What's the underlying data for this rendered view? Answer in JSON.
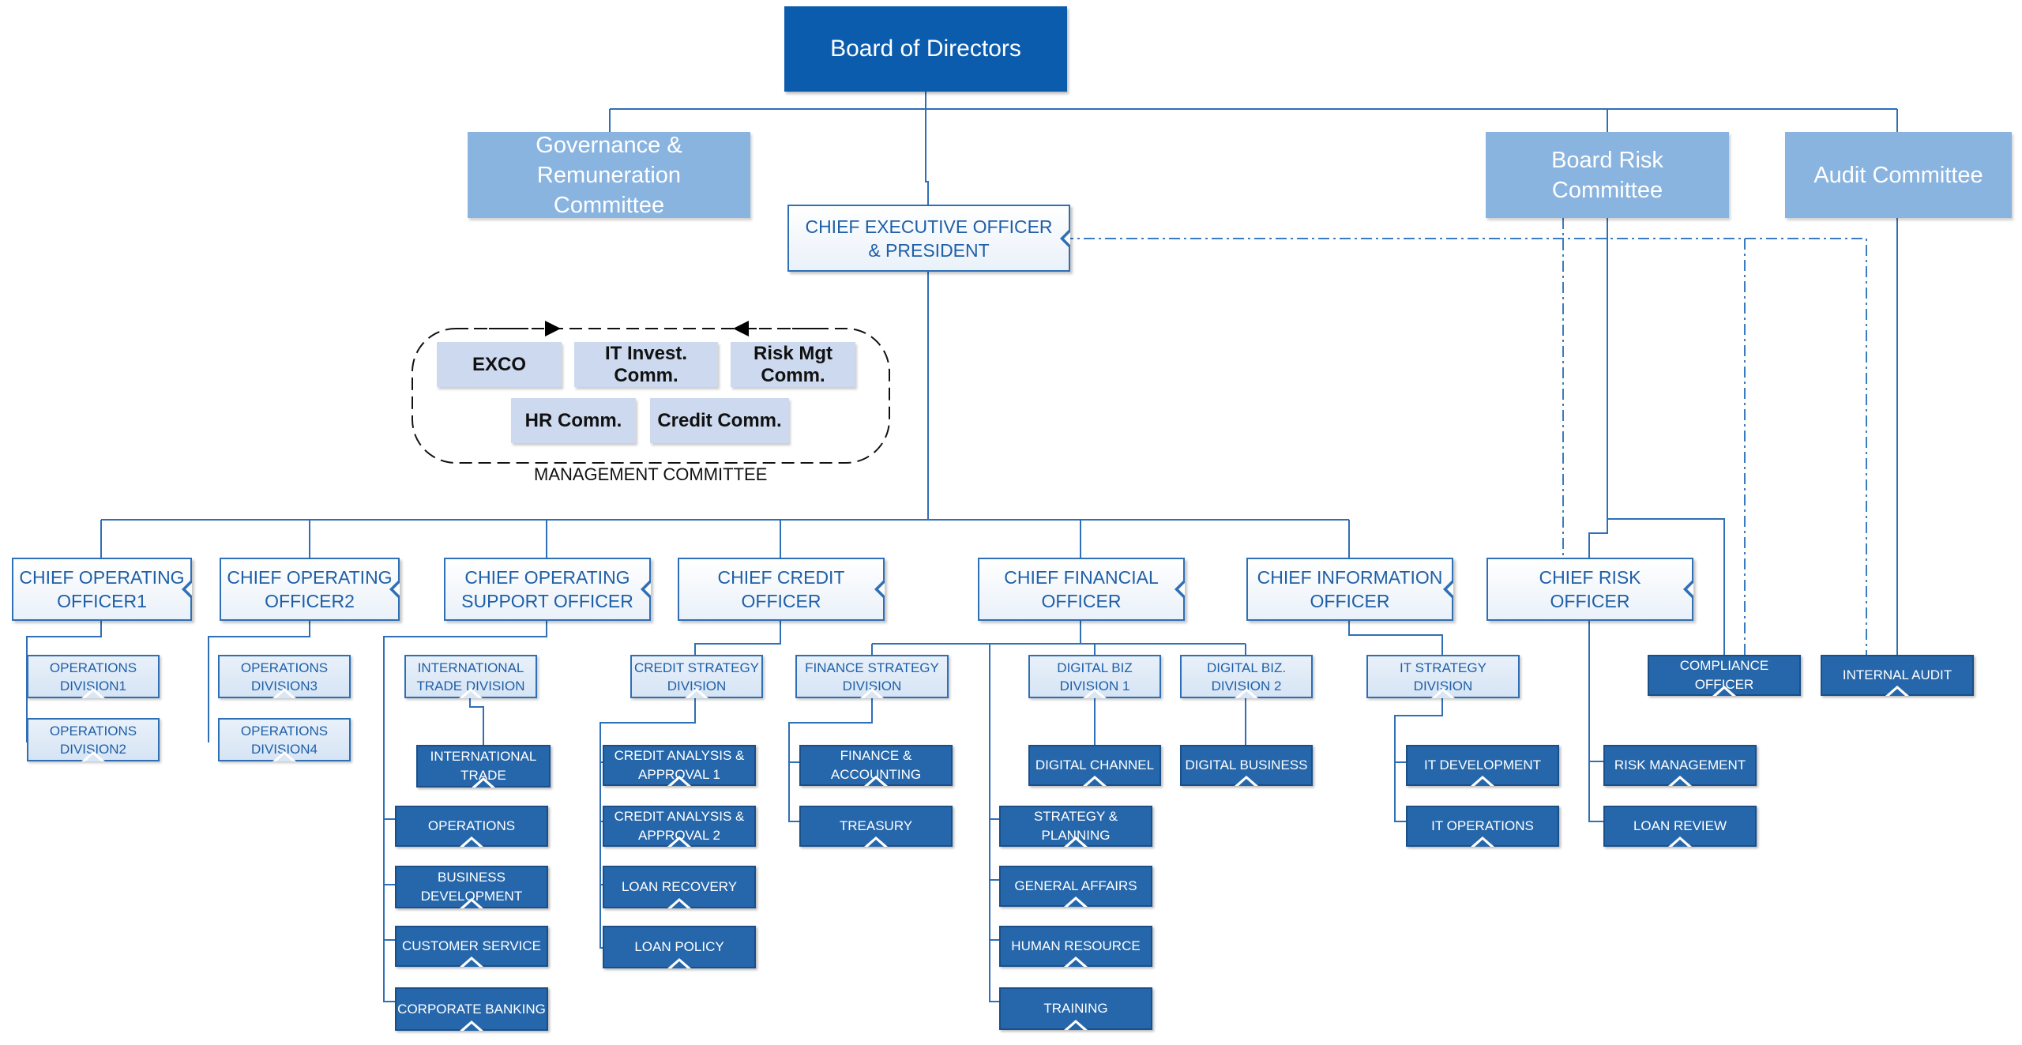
{
  "board": {
    "label": "Board of Directors"
  },
  "committees": {
    "governance": "Governance &\nRemuneration\nCommittee",
    "board_risk": "Board Risk\nCommittee",
    "audit": "Audit Committee"
  },
  "ceo": {
    "label": "CHIEF EXECUTIVE OFFICER\n& PRESIDENT"
  },
  "management_committee": {
    "caption": "MANAGEMENT COMMITTEE",
    "exco": "EXCO",
    "it_invest": "IT Invest.\nComm.",
    "risk_mgt": "Risk Mgt\nComm.",
    "hr": "HR Comm.",
    "credit": "Credit Comm."
  },
  "officers": {
    "coo1": "CHIEF OPERATING\nOFFICER1",
    "coo2": "CHIEF OPERATING\nOFFICER2",
    "cos": "CHIEF OPERATING\nSUPPORT OFFICER",
    "cco": "CHIEF CREDIT\nOFFICER",
    "cfo": "CHIEF FINANCIAL\nOFFICER",
    "cio": "CHIEF INFORMATION\nOFFICER",
    "cro": "CHIEF RISK\nOFFICER"
  },
  "divisions": {
    "ops1": "OPERATIONS\nDIVISION1",
    "ops2": "OPERATIONS\nDIVISION2",
    "ops3": "OPERATIONS\nDIVISION3",
    "ops4": "OPERATIONS\nDIVISION4",
    "intl_trade_div": "INTERNATIONAL\nTRADE DIVISION",
    "credit_strategy": "CREDIT STRATEGY\nDIVISION",
    "finance_strategy": "FINANCE STRATEGY\nDIVISION",
    "digital_biz1": "DIGITAL BIZ\nDIVISION 1",
    "digital_biz2": "DIGITAL BIZ.\nDIVISION 2",
    "it_strategy": "IT STRATEGY\nDIVISION"
  },
  "units": {
    "intl_trade": "INTERNATIONAL\nTRADE",
    "operations": "OPERATIONS",
    "business_dev": "BUSINESS\nDEVELOPMENT",
    "customer_service": "CUSTOMER SERVICE",
    "corporate_banking": "CORPORATE BANKING",
    "credit_analysis1": "CREDIT ANALYSIS &\nAPPROVAL 1",
    "credit_analysis2": "CREDIT ANALYSIS &\nAPPROVAL 2",
    "loan_recovery": "LOAN RECOVERY",
    "loan_policy": "LOAN POLICY",
    "finance_accounting": "FINANCE &\nACCOUNTING",
    "treasury": "TREASURY",
    "strategy_planning": "STRATEGY & PLANNING",
    "general_affairs": "GENERAL AFFAIRS",
    "human_resource": "HUMAN RESOURCE",
    "training": "TRAINING",
    "digital_channel": "DIGITAL CHANNEL",
    "digital_business": "DIGITAL BUSINESS",
    "it_development": "IT DEVELOPMENT",
    "it_operations": "IT OPERATIONS",
    "risk_management": "RISK MANAGEMENT",
    "loan_review": "LOAN REVIEW",
    "compliance_officer": "COMPLIANCE OFFICER",
    "internal_audit": "INTERNAL AUDIT"
  },
  "colors": {
    "board": "#0b5cad",
    "committee": "#8ab4e0",
    "line": "#2f6fb6",
    "unit": "#2667ab",
    "mgmt": "#ccd9ee"
  }
}
